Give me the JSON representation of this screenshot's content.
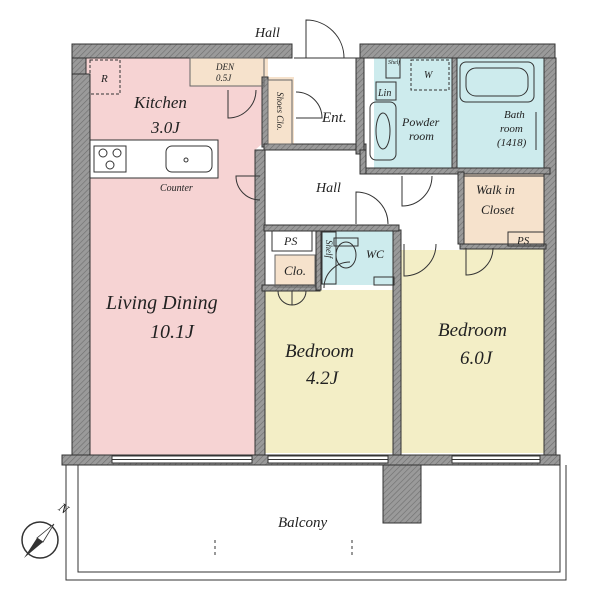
{
  "plan": {
    "labels": {
      "hall_top": "Hall",
      "den": "DEN",
      "den_size": "0.5J",
      "r": "R",
      "kitchen": "Kitchen",
      "kitchen_size": "3.0J",
      "shoes_clo": "Shoes Clo.",
      "ent": "Ent.",
      "shelf_a": "Shelf",
      "shelf_b": "Shelf",
      "lin": "Lin",
      "w": "W",
      "powder": "Powder",
      "powder_room": "room",
      "bath": "Bath",
      "bath_room": "room",
      "bath_size": "(1418)",
      "counter": "Counter",
      "hall_mid": "Hall",
      "walk_in": "Walk in",
      "closet": "Closet",
      "ps_a": "PS",
      "ps_b": "PS",
      "wc": "WC",
      "clo": "Clo.",
      "living": "Living Dining",
      "living_size": "10.1J",
      "bedroom_a": "Bedroom",
      "bedroom_a_size": "4.2J",
      "bedroom_b": "Bedroom",
      "bedroom_b_size": "6.0J",
      "balcony": "Balcony",
      "north": "N"
    },
    "colors": {
      "wall": "#8c8c8c",
      "wall_edge": "#333333",
      "living_kitchen": "#f6d3d3",
      "bedroom": "#f3eec6",
      "wet_area": "#cdebed",
      "closet": "#f6e2cc",
      "line": "#333333"
    }
  }
}
